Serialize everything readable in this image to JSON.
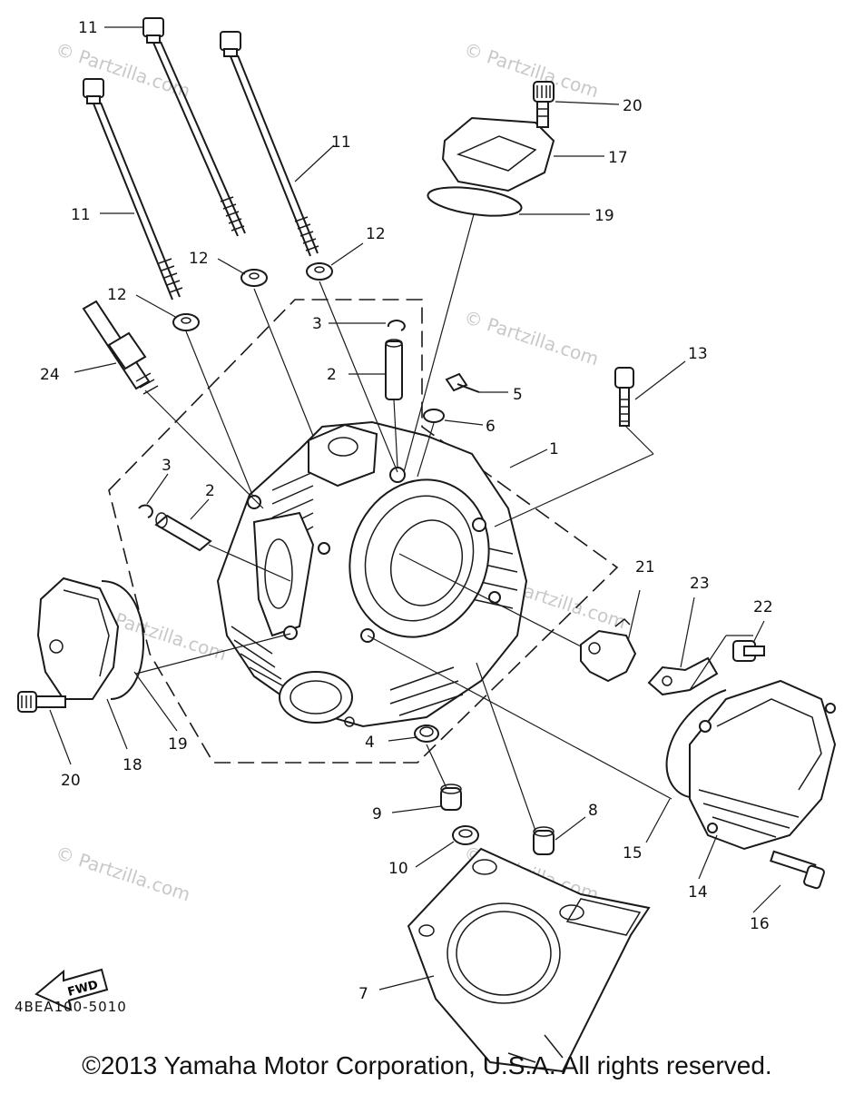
{
  "diagram": {
    "part_numbers": {
      "p1": "1",
      "p2": "2",
      "p3": "3",
      "p4": "4",
      "p5": "5",
      "p6": "6",
      "p7": "7",
      "p8": "8",
      "p9": "9",
      "p10": "10",
      "p11": "11",
      "p12": "12",
      "p13": "13",
      "p14": "14",
      "p15": "15",
      "p16": "16",
      "p17": "17",
      "p18": "18",
      "p19": "19",
      "p20": "20",
      "p21": "21",
      "p22": "22",
      "p23": "23",
      "p24": "24"
    },
    "fwd_label": "FWD",
    "diagram_code": "4BEA100-5010",
    "watermark": "© Partzilla.com"
  },
  "footer": {
    "copyright": "©2013 Yamaha Motor Corporation, U.S.A. All rights reserved."
  }
}
